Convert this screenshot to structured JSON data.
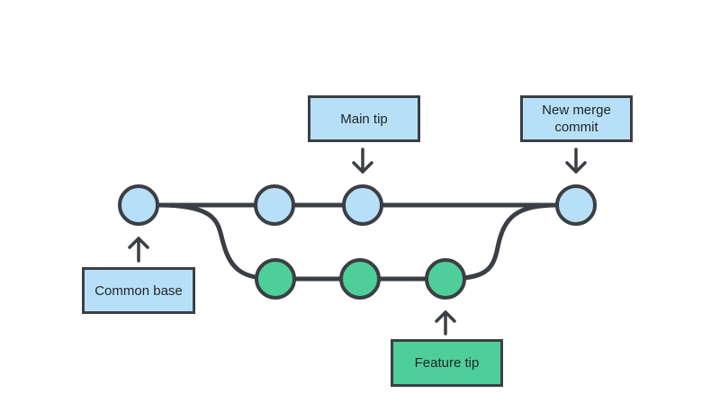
{
  "colors": {
    "main_commit_fill": "#b7e0f8",
    "feature_commit_fill": "#4ecf9a",
    "outline": "#3b3f44",
    "main_label_fill": "#b7e0f8",
    "feature_label_fill": "#4ecf9a"
  },
  "labels": {
    "main_tip": "Main tip",
    "new_merge_commit": "New merge commit",
    "common_base": "Common base",
    "feature_tip": "Feature tip"
  },
  "commits": {
    "main": [
      "common-base",
      "main-1",
      "main-tip",
      "merge"
    ],
    "feature": [
      "feature-1",
      "feature-2",
      "feature-tip"
    ]
  }
}
